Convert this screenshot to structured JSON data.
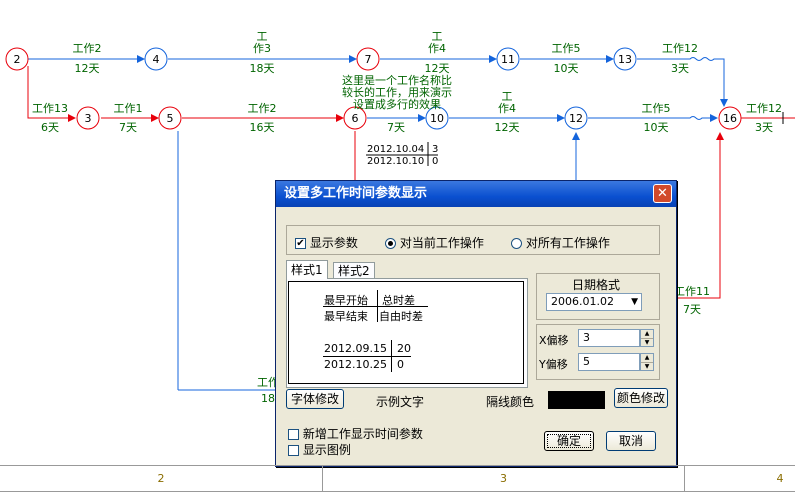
{
  "network": {
    "nodes": [
      {
        "id": "2",
        "color": "red"
      },
      {
        "id": "4",
        "color": "blue"
      },
      {
        "id": "7",
        "color": "red"
      },
      {
        "id": "11",
        "color": "blue"
      },
      {
        "id": "13",
        "color": "blue"
      },
      {
        "id": "3",
        "color": "red"
      },
      {
        "id": "5",
        "color": "red"
      },
      {
        "id": "6",
        "color": "red"
      },
      {
        "id": "10",
        "color": "blue"
      },
      {
        "id": "12",
        "color": "blue"
      },
      {
        "id": "16",
        "color": "red"
      }
    ],
    "activities": [
      {
        "name": "工作2",
        "duration": "12天"
      },
      {
        "name_lines": [
          "工",
          "作3"
        ],
        "duration": "18天"
      },
      {
        "name_lines": [
          "工",
          "作4"
        ],
        "duration": "12天"
      },
      {
        "name": "工作5",
        "duration": "10天"
      },
      {
        "name": "工作12",
        "duration": "3天"
      },
      {
        "name": "工作13",
        "duration": "6天"
      },
      {
        "name": "工作1",
        "duration": "7天"
      },
      {
        "name": "工作2",
        "duration": "16天"
      },
      {
        "name": "",
        "duration": "7天"
      },
      {
        "name_lines": [
          "工",
          "作4"
        ],
        "duration": "12天"
      },
      {
        "name": "工作5",
        "duration": "10天"
      },
      {
        "name": "工作12",
        "duration": "3天"
      },
      {
        "name": "工作11",
        "duration": "7天"
      },
      {
        "name": "工作",
        "duration": "18"
      }
    ],
    "annotation_lines": [
      "这里是一个工作名称比",
      "较长的工作，用来演示",
      "设置成多行的效果"
    ],
    "time_params": {
      "start": "2012.10.04",
      "end": "2012.10.10",
      "tf": "3",
      "ff": "0"
    },
    "colors": {
      "critical": "#e8000b",
      "normal": "#1464dc",
      "label": "#006400"
    }
  },
  "dialog": {
    "title": "设置多工作时间参数显示",
    "close_glyph": "✕",
    "show_params_label": "显示参数",
    "radio_current": "对当前工作操作",
    "radio_all": "对所有工作操作",
    "tabs": [
      "样式1",
      "样式2"
    ],
    "preview": {
      "row1_left": "最早开始",
      "row1_right": "总时差",
      "row2_left": "最早结束",
      "row2_right": "自由时差",
      "date1": "2012.09.15",
      "val1": "20",
      "date2": "2012.10.25",
      "val2": "0"
    },
    "date_format_label": "日期格式",
    "date_format_value": "2006.01.02",
    "x_offset_label": "X偏移",
    "x_offset_value": "3",
    "y_offset_label": "Y偏移",
    "y_offset_value": "5",
    "font_button": "字体修改",
    "sample_text": "示例文字",
    "line_color_label": "隔线颜色",
    "line_color_value": "#000000",
    "color_button": "颜色修改",
    "new_work_label": "新增工作显示时间参数",
    "show_legend_label": "显示图例",
    "ok_button": "确定",
    "cancel_button": "取消"
  },
  "timeline": {
    "segments": [
      "2",
      "3",
      "4"
    ]
  }
}
